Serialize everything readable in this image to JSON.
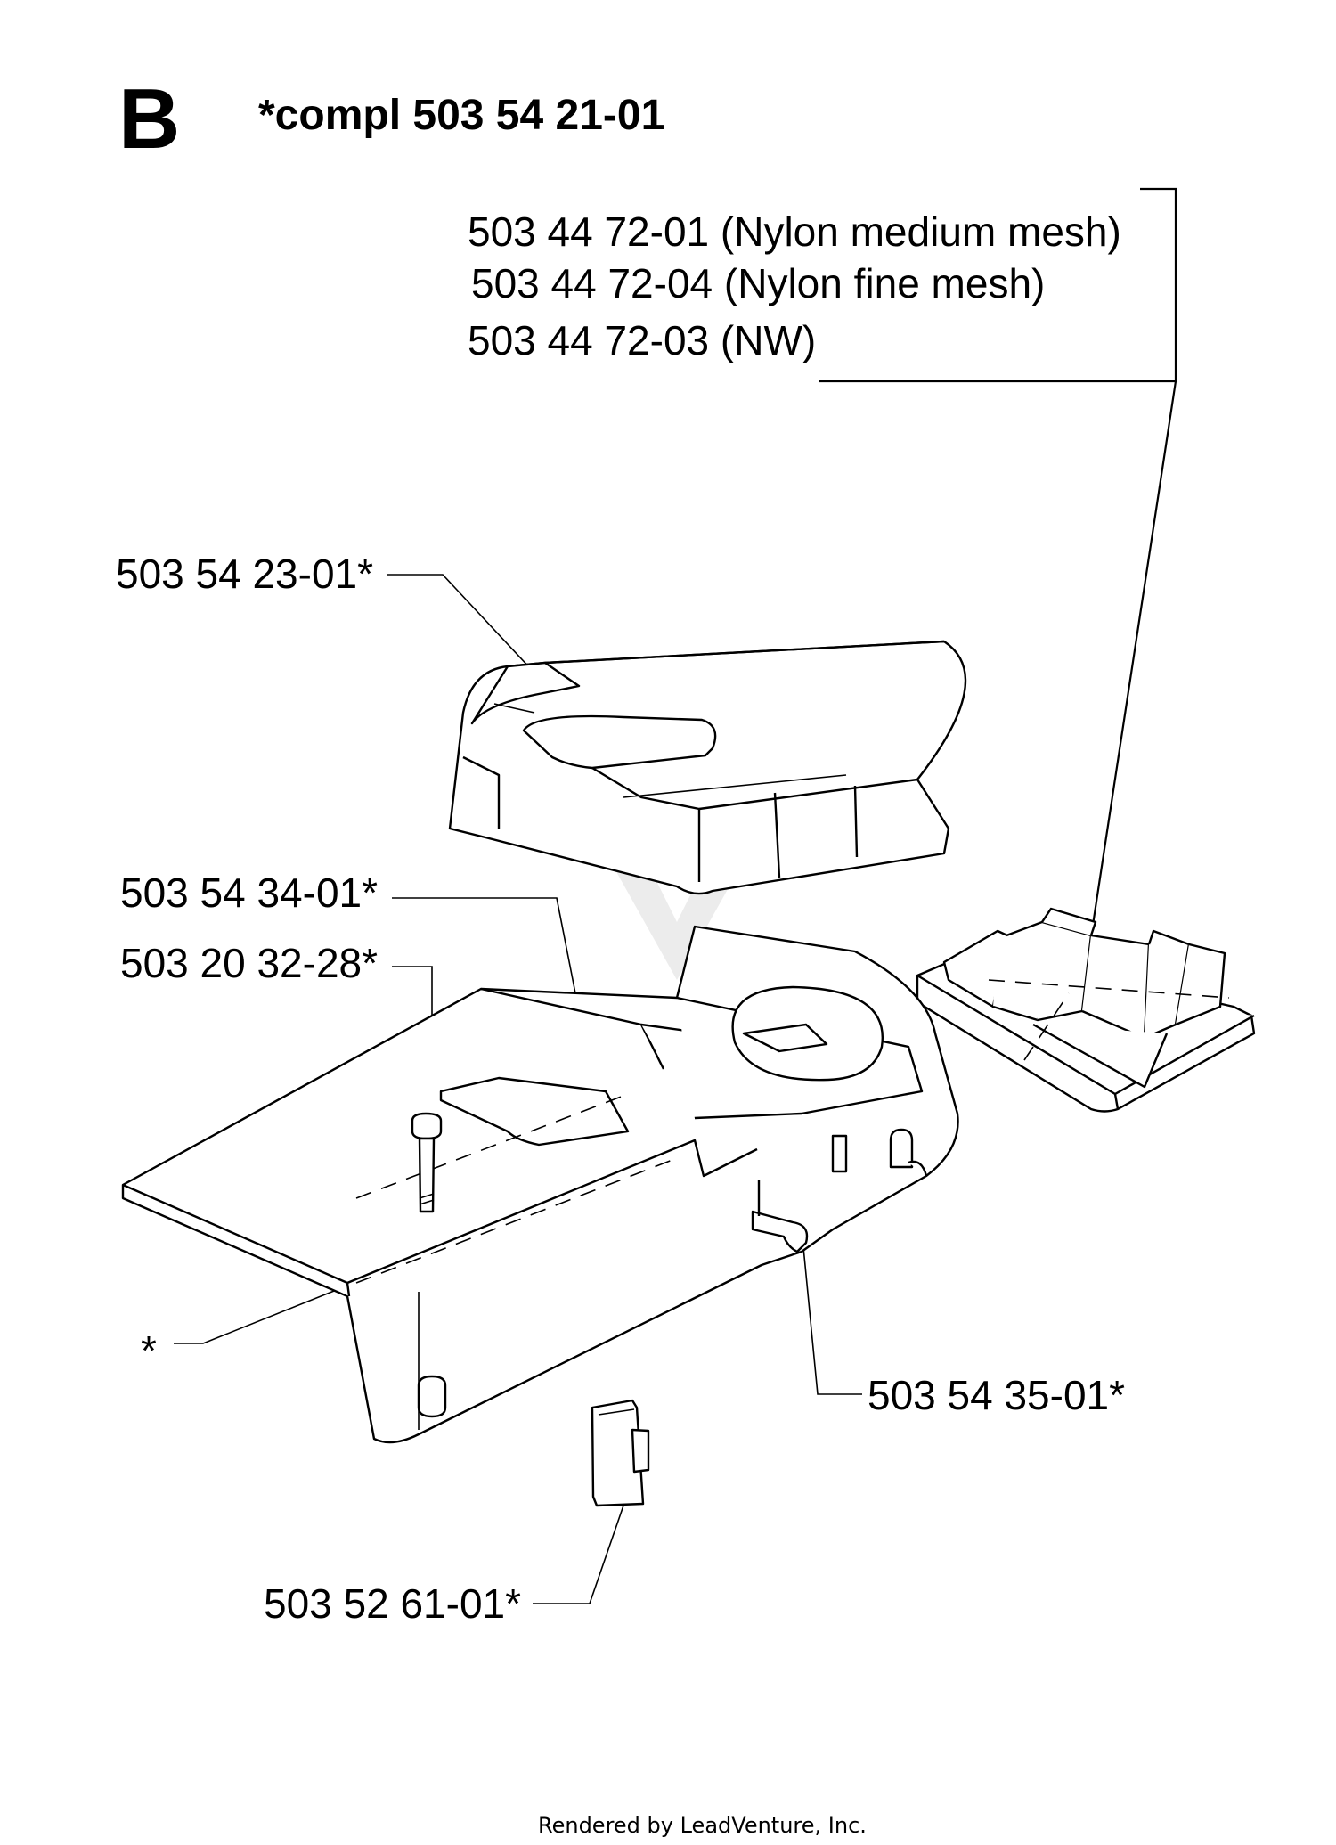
{
  "header": {
    "section_letter": "B",
    "kit_note": "*compl 503 54 21-01"
  },
  "callouts": {
    "filter_mesh": [
      "503 44 72-01 (Nylon medium mesh)",
      "503 44 72-04 (Nylon fine mesh)",
      "503 44 72-03 (NW)"
    ],
    "top_cover": "503 54 23-01*",
    "seal_strip": "503 54 34-01*",
    "screw": "503 20 32-28*",
    "asterisk_item": "*",
    "clip": "503 54 35-01*",
    "plate": "503 52 61-01*"
  },
  "footer": {
    "rendered_by": "Rendered by LeadVenture, Inc."
  }
}
